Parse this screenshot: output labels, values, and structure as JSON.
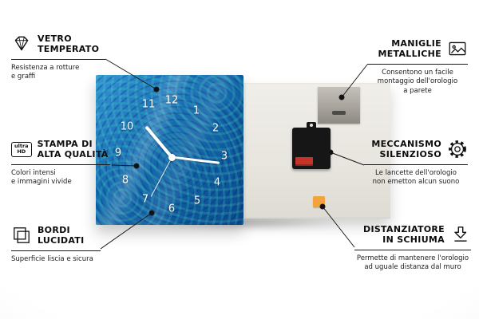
{
  "clock": {
    "numbers": [
      "12",
      "1",
      "2",
      "3",
      "4",
      "5",
      "6",
      "7",
      "8",
      "9",
      "10",
      "11"
    ]
  },
  "callouts": {
    "vetro": {
      "title": "VETRO\nTEMPERATO",
      "desc": "Resistenza a rotture\ne graffi"
    },
    "stampa": {
      "title": "STAMPA DI\nALTA QUALITÀ",
      "desc": "Colori intensi\ne immagini vivide",
      "icon_label": "ultra\nHD"
    },
    "bordi": {
      "title": "BORDI\nLUCIDATI",
      "desc": "Superficie liscia e sicura"
    },
    "maniglie": {
      "title": "MANIGLIE\nMETALLICHE",
      "desc": "Consentono un facile\nmontaggio dell'orologio\na parete"
    },
    "meccanismo": {
      "title": "MECCANISMO\nSILENZIOSO",
      "desc": "Le lancette dell'orologio\nnon emetton alcun suono"
    },
    "distanziatore": {
      "title": "DISTANZIATORE\nIN SCHIUMA",
      "desc": "Permette di mantenere l'orologio\nad uguale distanza dal muro"
    }
  },
  "colors": {
    "accent_blue": "#0e5ea8",
    "pad_orange": "#f2a33c",
    "battery_red": "#c63327",
    "line": "#1a1a1a"
  }
}
